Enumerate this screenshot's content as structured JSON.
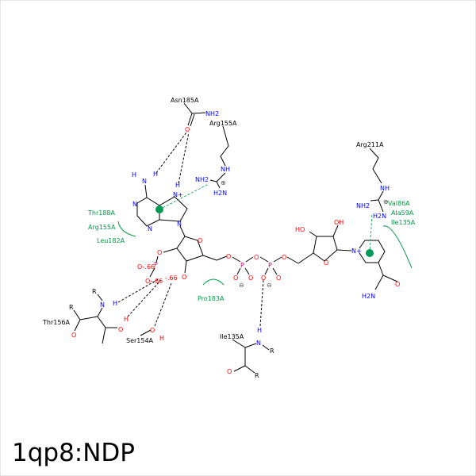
{
  "title": "1qp8:NDP",
  "residues": {
    "asn185": "Asn185A",
    "arg155_top": "Arg155A",
    "arg211": "Arg211A",
    "thr156": "Thr156A",
    "ser154": "Ser154A",
    "ile135": "Ile135A"
  },
  "hydrophobic": {
    "thr188": "Thr188A",
    "arg155": "Arg155A",
    "leu182": "Leu182A",
    "pro183": "Pro183A",
    "val86": "Val86A",
    "ala59": "Ala59A",
    "ile135": "Ile135A"
  },
  "atoms": {
    "N": "N",
    "O": "O",
    "H": "H",
    "P": "P",
    "R": "R",
    "NH": "NH",
    "NH2": "NH2",
    "H2N": "H2N",
    "HO": "HO",
    "OH": "OH",
    "Nplus": "N+",
    "charge_minus": "⊖",
    "charge_plus": "⊕",
    "O_partial": "O-.66",
    "partial": "-.66"
  },
  "colors": {
    "nitrogen": "#0000ff",
    "oxygen": "#ff0000",
    "phosphorus": "#cc0066",
    "hydrophobic": "#009944",
    "pi": "#22aa66"
  }
}
